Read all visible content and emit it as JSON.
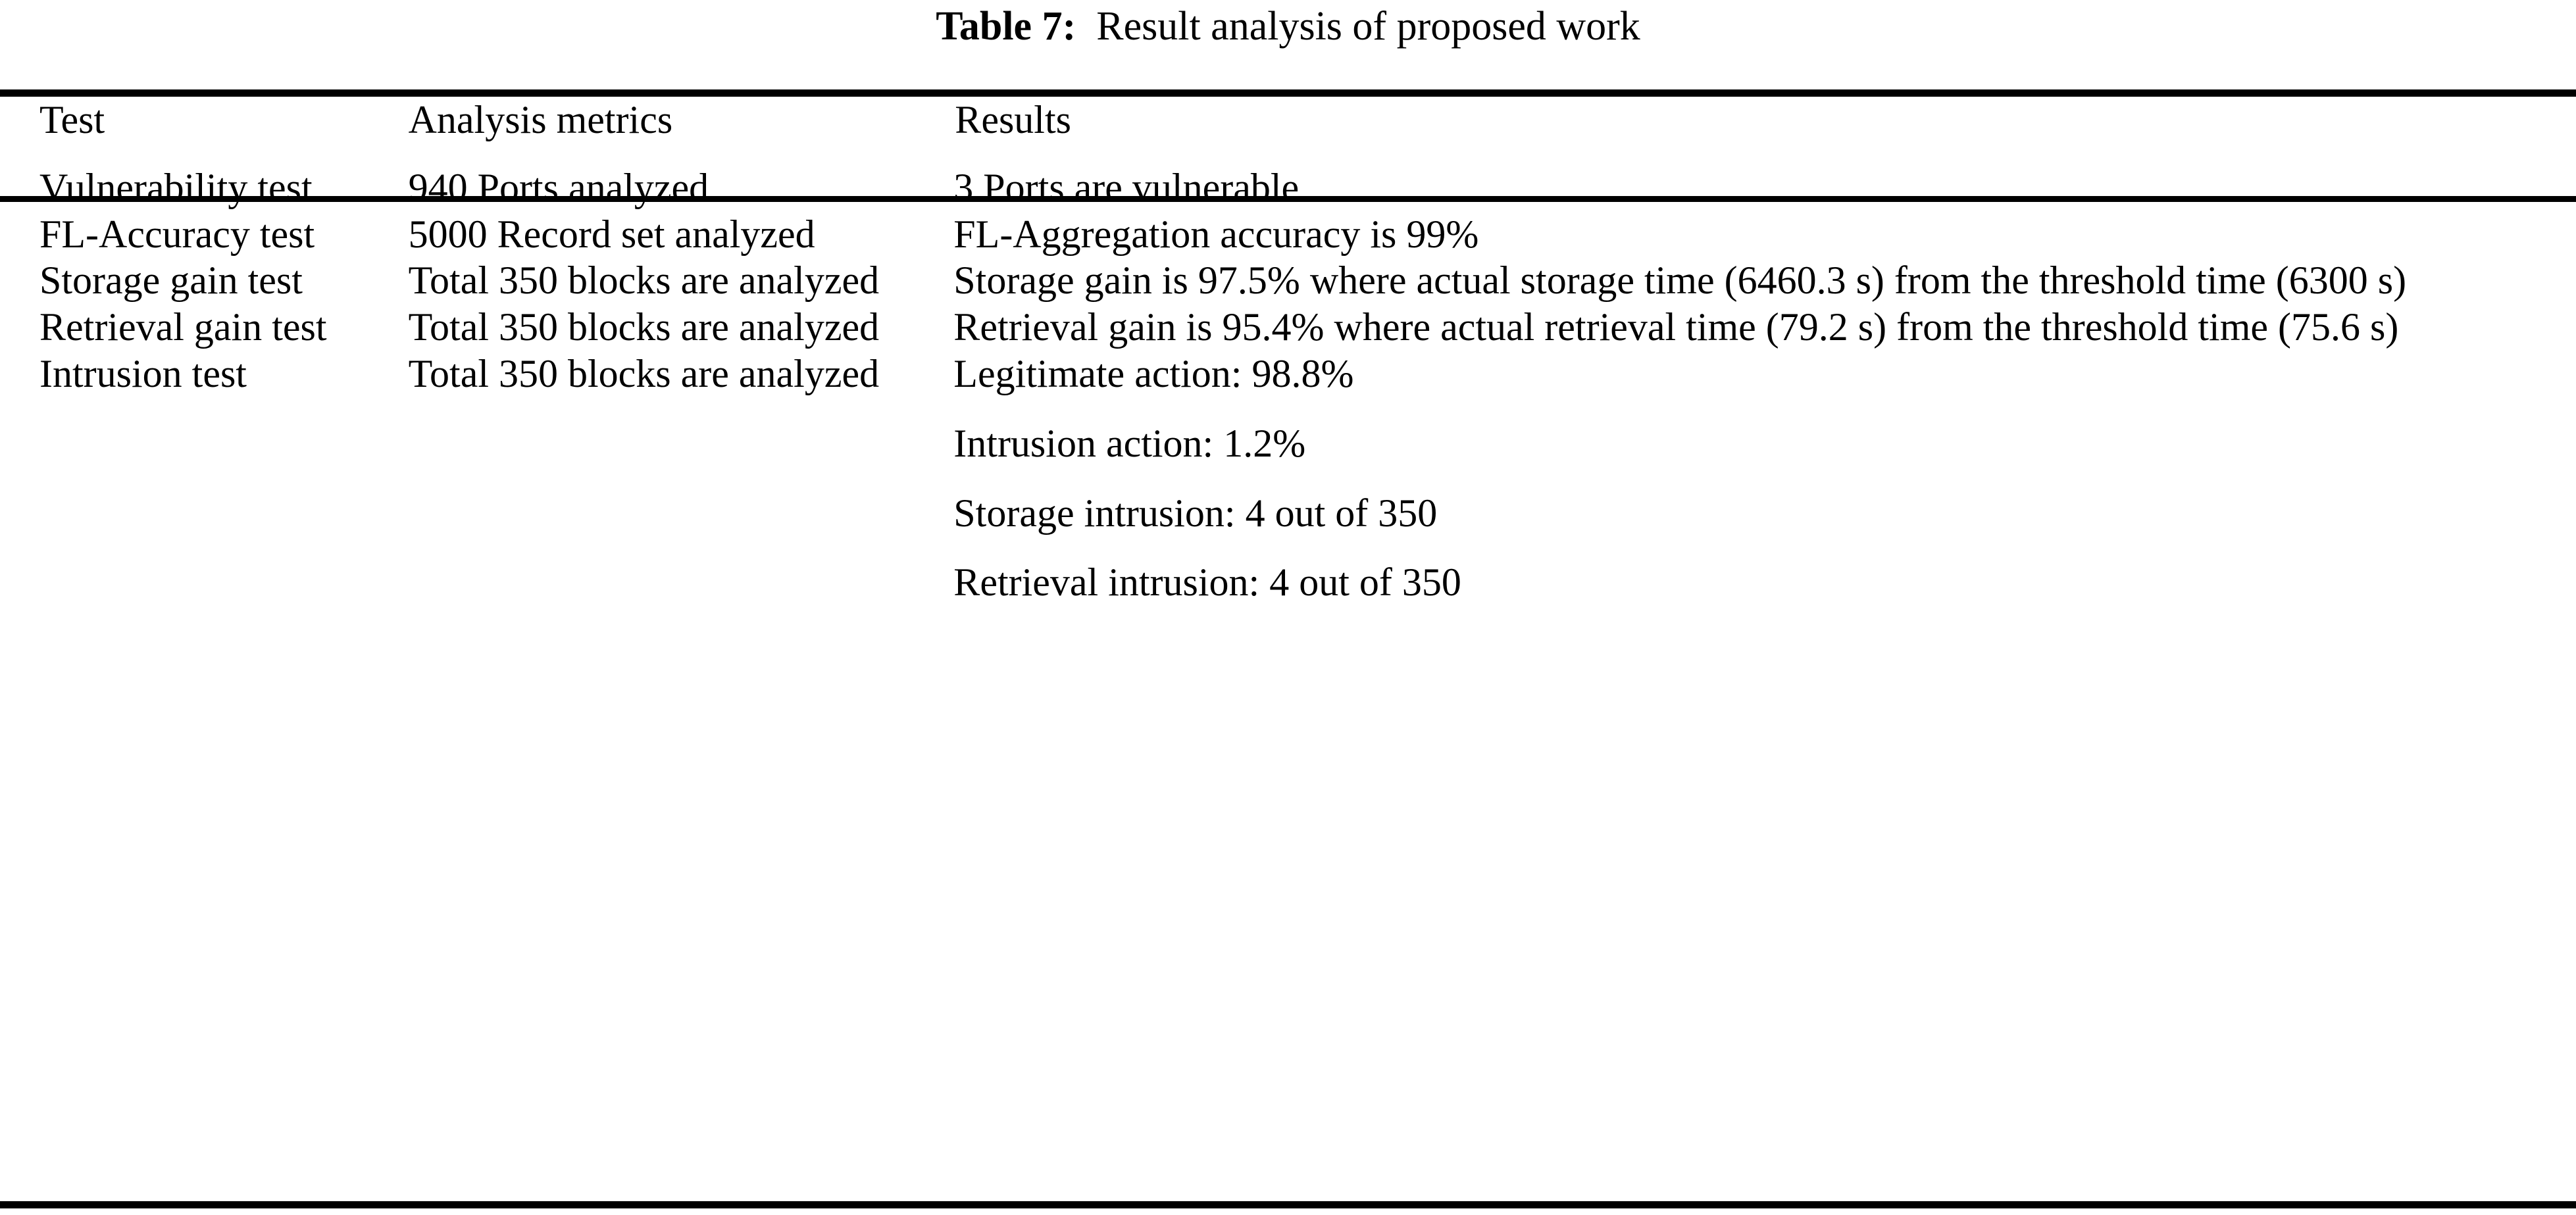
{
  "caption": {
    "label": "Table 7:",
    "text": "Result analysis of proposed work"
  },
  "table": {
    "headers": {
      "test": "Test",
      "metrics": "Analysis metrics",
      "results": "Results"
    },
    "rows": [
      {
        "test": "Vulnerability test",
        "metrics": "940 Ports analyzed",
        "results": [
          "3 Ports are vulnerable"
        ]
      },
      {
        "test": "FL-Accuracy test",
        "metrics": "5000 Record set analyzed",
        "results": [
          "FL-Aggregation accuracy is 99%"
        ]
      },
      {
        "test": "Storage gain test",
        "metrics": "Total 350 blocks are analyzed",
        "results": [
          "Storage gain is 97.5% where actual storage time (6460.3 s) from the threshold time (6300 s)"
        ]
      },
      {
        "test": "Retrieval gain test",
        "metrics": "Total 350 blocks are analyzed",
        "results": [
          "Retrieval gain is 95.4% where actual retrieval time (79.2 s) from the threshold time (75.6 s)"
        ]
      },
      {
        "test": "Intrusion test",
        "metrics": "Total 350 blocks are analyzed",
        "results": [
          "Legitimate action: 98.8%",
          "Intrusion action: 1.2%",
          "Storage intrusion: 4 out of 350",
          "Retrieval intrusion: 4 out of 350"
        ]
      }
    ]
  },
  "colors": {
    "background": "#ffffff",
    "text": "#000000",
    "rule": "#000000"
  }
}
